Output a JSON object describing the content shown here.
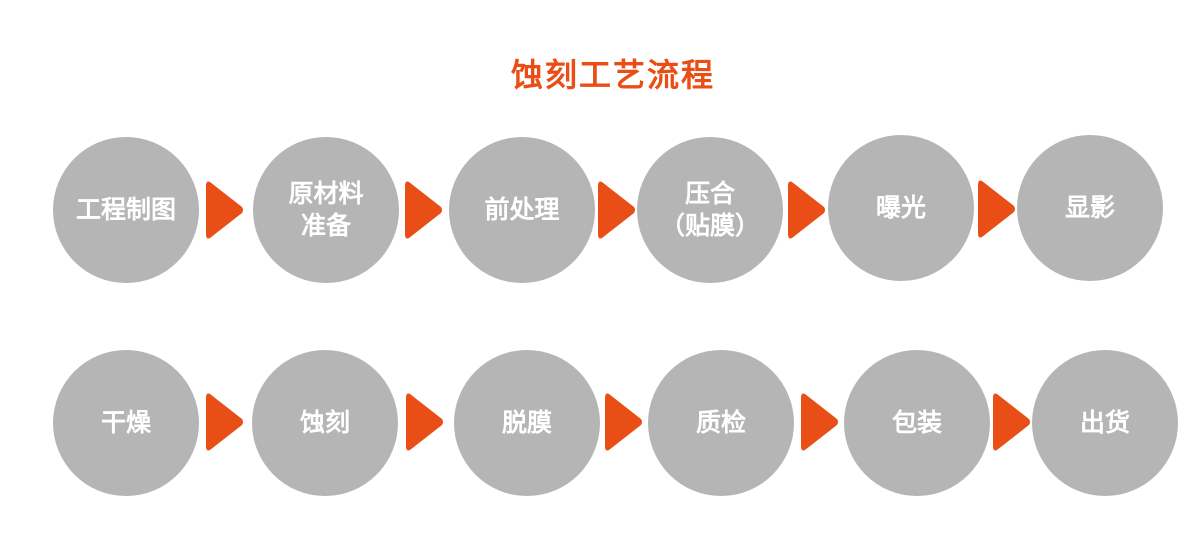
{
  "title": "蚀刻工艺流程",
  "colors": {
    "accent": "#e94e16",
    "node": "#b5b5b5"
  },
  "row1": [
    "工程制图",
    "原材料\n准备",
    "前处理",
    "压合\n（贴膜）",
    "曝光",
    "显影"
  ],
  "row2": [
    "干燥",
    "蚀刻",
    "脱膜",
    "质检",
    "包装",
    "出货"
  ]
}
